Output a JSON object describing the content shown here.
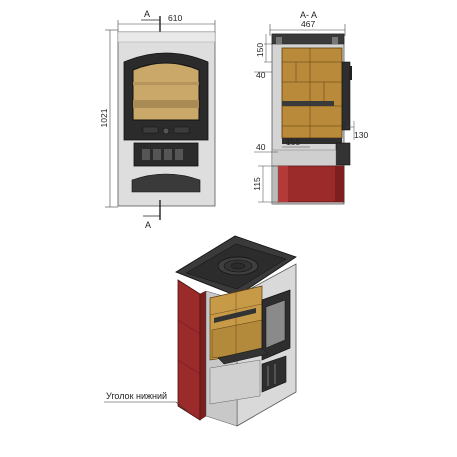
{
  "front_view": {
    "width_label": "610",
    "height_label": "1021",
    "section_marker_top": "A",
    "section_marker_bottom": "A"
  },
  "section_view": {
    "title": "A- A",
    "depth_label": "467",
    "dim_top_150": "150",
    "dim_40_upper": "40",
    "dim_130": "130",
    "dim_40_lower": "40",
    "dim_155": "155",
    "dim_115": "115"
  },
  "isometric_view": {
    "callout_label": "Уголок нижний"
  },
  "colors": {
    "steel": "#2e2e2e",
    "cladding": "#dcdcdc",
    "firebrick": "#b98a3a",
    "red_tile": "#9b2b2b",
    "line": "#333333"
  }
}
